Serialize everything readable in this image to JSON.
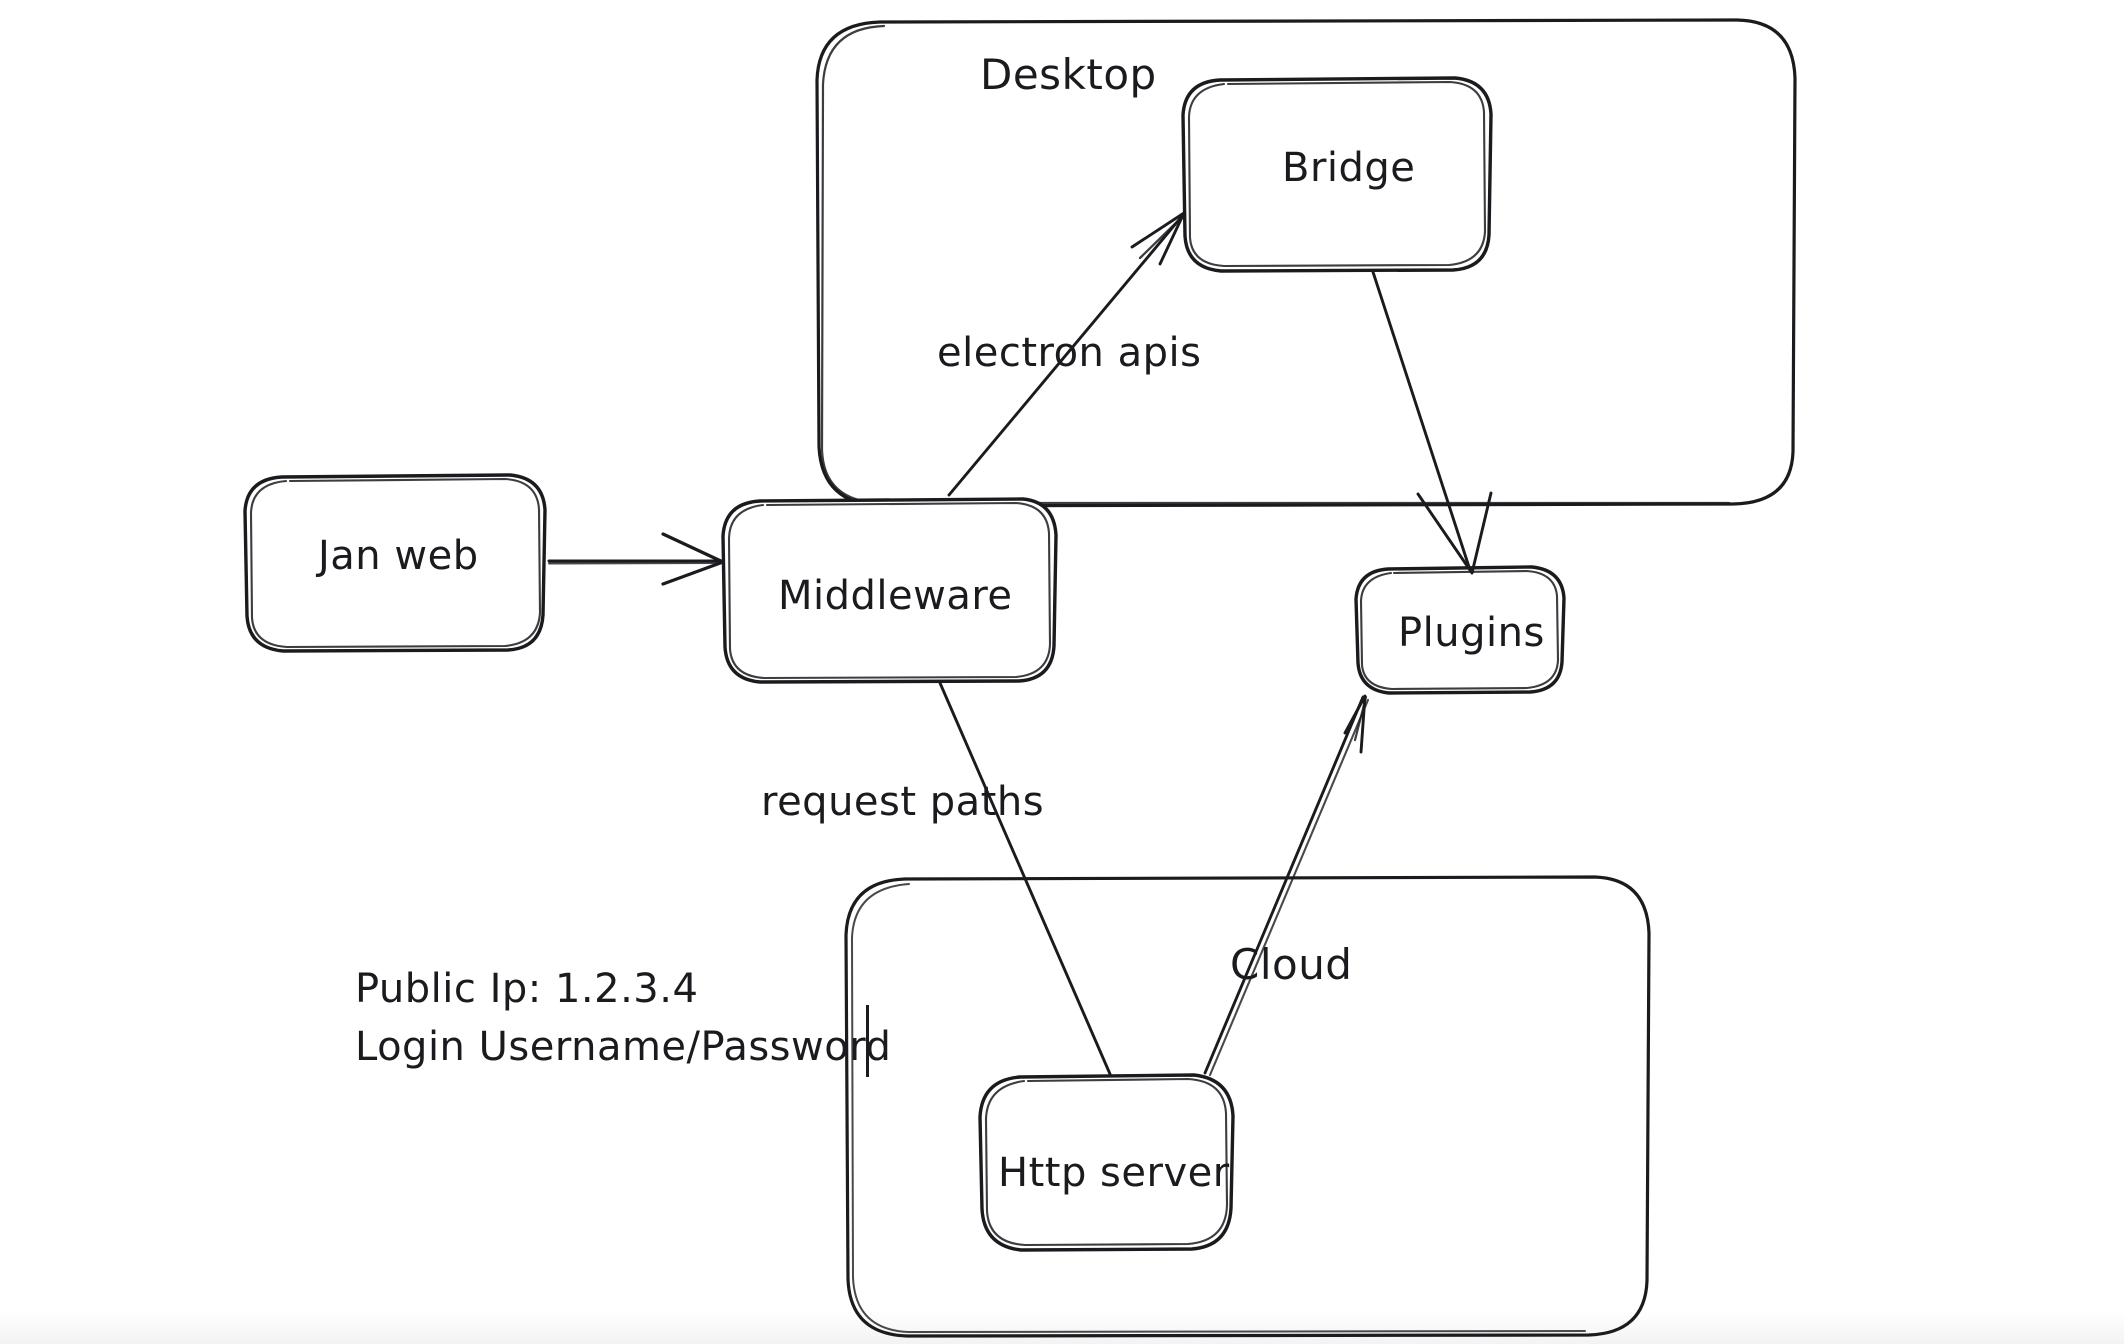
{
  "diagram": {
    "type": "architecture-flow-diagram",
    "style": "hand-drawn whiteboard sketch",
    "background_color": "#ffffff",
    "stroke_color": "#1b1b1f",
    "groups": [
      {
        "id": "desktop",
        "label": "Desktop"
      },
      {
        "id": "cloud",
        "label": "Cloud"
      }
    ],
    "nodes": [
      {
        "id": "jan-web",
        "label": "Jan web"
      },
      {
        "id": "middleware",
        "label": "Middleware"
      },
      {
        "id": "bridge",
        "label": "Bridge"
      },
      {
        "id": "plugins",
        "label": "Plugins"
      },
      {
        "id": "http-server",
        "label": "Http server"
      }
    ],
    "edges": [
      {
        "id": "janweb-to-middleware",
        "from": "jan-web",
        "to": "middleware",
        "label": ""
      },
      {
        "id": "middleware-to-bridge",
        "from": "middleware",
        "to": "bridge",
        "label": "electron apis"
      },
      {
        "id": "bridge-to-plugins",
        "from": "bridge",
        "to": "plugins",
        "label": ""
      },
      {
        "id": "middleware-to-httpserver",
        "from": "middleware",
        "to": "http-server",
        "label": "request paths"
      },
      {
        "id": "httpserver-to-plugins",
        "from": "http-server",
        "to": "plugins",
        "label": ""
      }
    ],
    "notes": {
      "line1": "Public Ip: 1.2.3.4",
      "line2": "Login Username/Password"
    }
  }
}
